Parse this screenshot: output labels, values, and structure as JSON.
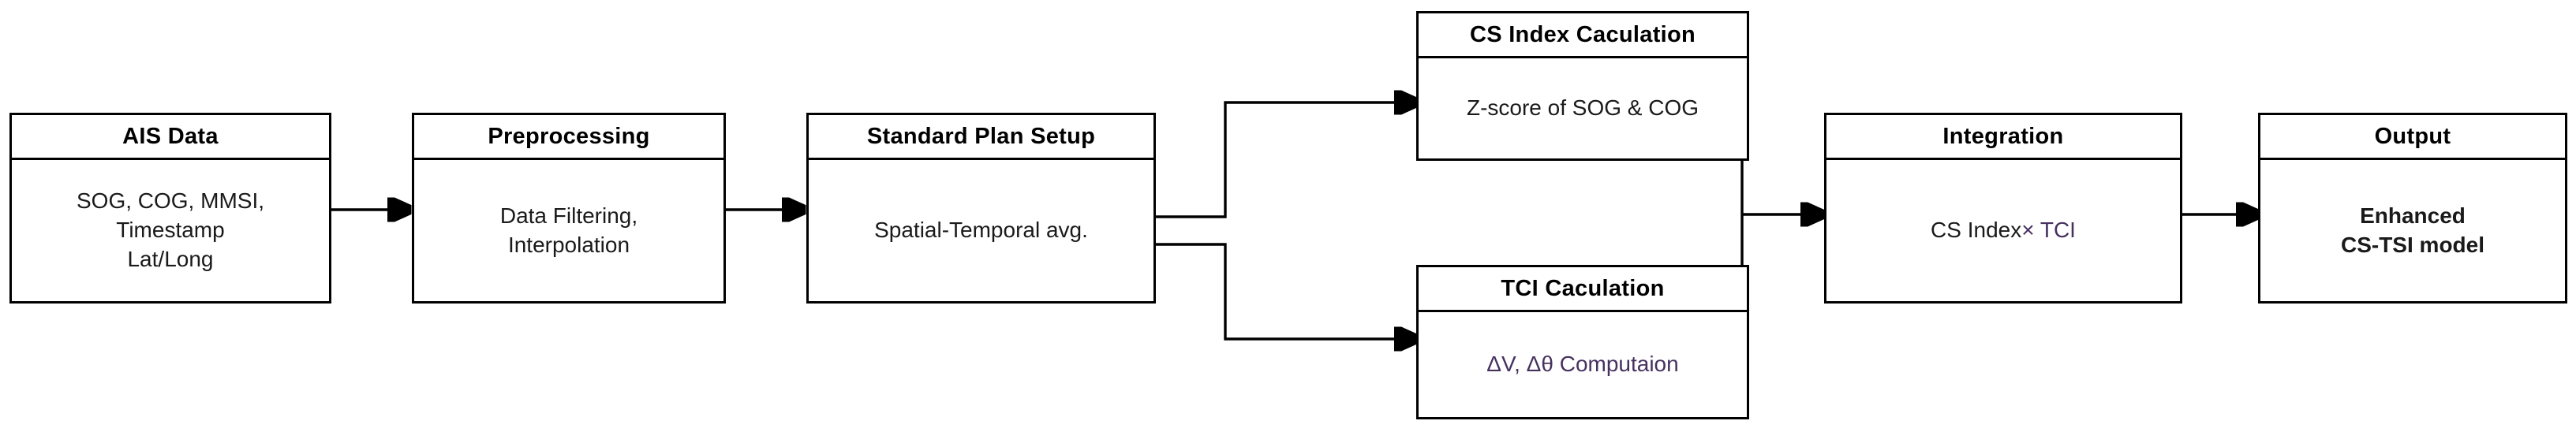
{
  "diagram": {
    "title": "CS-TSI model processing pipeline flowchart",
    "accent_purple": "#46315f",
    "line_color": "#000000",
    "background": "#ffffff"
  },
  "nodes": {
    "ais_data": {
      "header": "AIS Data",
      "body": "SOG, COG, MMSI,\nTimestamp\nLat/Long"
    },
    "preprocessing": {
      "header": "Preprocessing",
      "body": "Data Filtering,\nInterpolation"
    },
    "standard_plan_setup": {
      "header": "Standard Plan Setup",
      "body": "Spatial-Temporal avg."
    },
    "cs_index_calculation": {
      "header": "CS Index Caculation",
      "body": "Z-score of SOG & COG"
    },
    "tci_calculation": {
      "header": "TCI Caculation",
      "body": "ΔV, Δθ Computaion"
    },
    "integration": {
      "header": "Integration",
      "body_black": "CS Index ",
      "body_purple": "× TCI"
    },
    "output": {
      "header": "Output",
      "body": "Enhanced\nCS-TSI model"
    }
  },
  "edges": [
    {
      "name": "ais-to-preprocessing",
      "from": "ais_data",
      "to": "preprocessing",
      "style": "arrow"
    },
    {
      "name": "preprocessing-to-standard-plan",
      "from": "preprocessing",
      "to": "standard_plan_setup",
      "style": "arrow"
    },
    {
      "name": "standard-plan-to-cs-index",
      "from": "standard_plan_setup",
      "to": "cs_index_calculation",
      "style": "elbow-arrow-up"
    },
    {
      "name": "standard-plan-to-tci",
      "from": "standard_plan_setup",
      "to": "tci_calculation",
      "style": "elbow-arrow-down"
    },
    {
      "name": "cs-index-to-integration",
      "from": "cs_index_calculation",
      "to": "integration",
      "style": "merge-arrow"
    },
    {
      "name": "tci-to-integration",
      "from": "tci_calculation",
      "to": "integration",
      "style": "merge-arrow"
    },
    {
      "name": "integration-to-output",
      "from": "integration",
      "to": "output",
      "style": "arrow"
    }
  ]
}
